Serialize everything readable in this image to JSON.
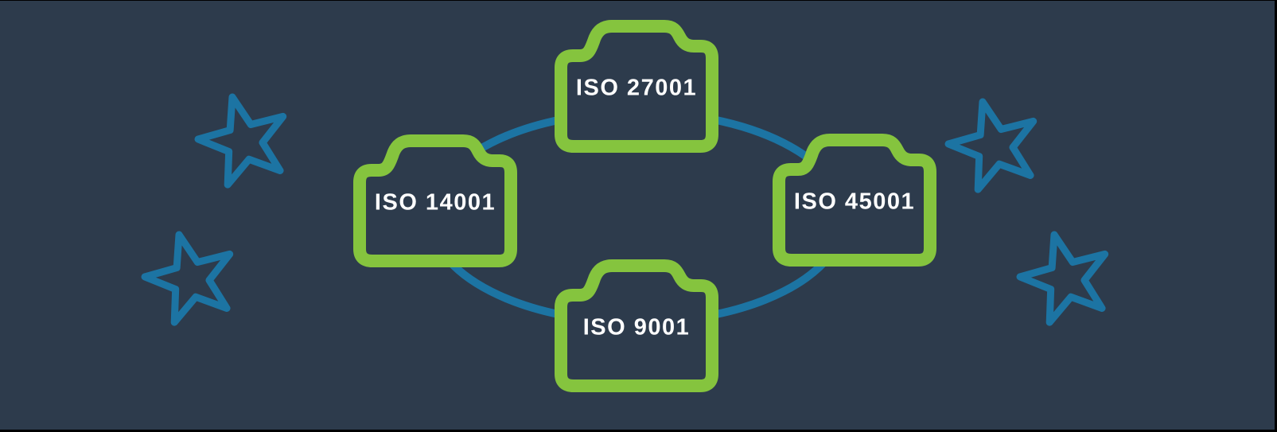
{
  "colors": {
    "background": "#2D3B4C",
    "frame_border": "#000000",
    "badge_outline_green": "#85C43E",
    "connector_teal": "#1C74A3",
    "star_teal": "#1C74A3",
    "label_white": "#FFFFFF"
  },
  "badges": [
    {
      "id": "iso-27001",
      "label": "ISO 27001",
      "position": "top"
    },
    {
      "id": "iso-14001",
      "label": "ISO 14001",
      "position": "left"
    },
    {
      "id": "iso-45001",
      "label": "ISO 45001",
      "position": "right"
    },
    {
      "id": "iso-9001",
      "label": "ISO 9001",
      "position": "bottom"
    }
  ],
  "decorations": {
    "connector": "ellipse-ring",
    "star_count": 4
  }
}
